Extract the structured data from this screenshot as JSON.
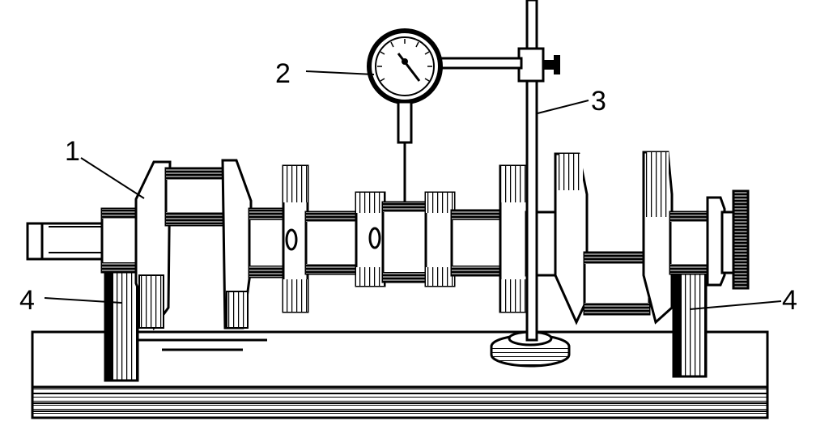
{
  "figure": {
    "background": "#ffffff",
    "ink": "#000000",
    "labels": {
      "crankshaft": "1",
      "dial_indicator": "2",
      "indicator_stand": "3",
      "v_block_left": "4",
      "v_block_right": "4"
    }
  }
}
